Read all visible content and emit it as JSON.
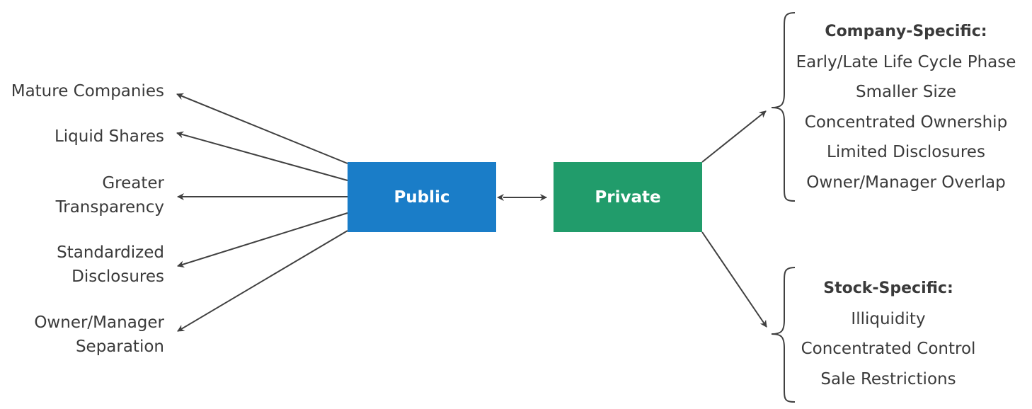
{
  "public": {
    "label": "Public",
    "traits": [
      "Mature Companies",
      "Liquid Shares",
      "Greater\nTransparency",
      "Standardized\nDisclosures",
      "Owner/Manager\nSeparation"
    ]
  },
  "private": {
    "label": "Private",
    "company_specific": {
      "title": "Company-Specific:",
      "items": [
        "Early/Late Life Cycle Phase",
        "Smaller Size",
        "Concentrated Ownership",
        "Limited Disclosures",
        "Owner/Manager Overlap"
      ]
    },
    "stock_specific": {
      "title": "Stock-Specific:",
      "items": [
        "Illiquidity",
        "Concentrated Control",
        "Sale Restrictions"
      ]
    }
  },
  "colors": {
    "public_box": "#1a7dc8",
    "private_box": "#219c6b",
    "arrow": "#404040",
    "text": "#3a3a3a"
  }
}
